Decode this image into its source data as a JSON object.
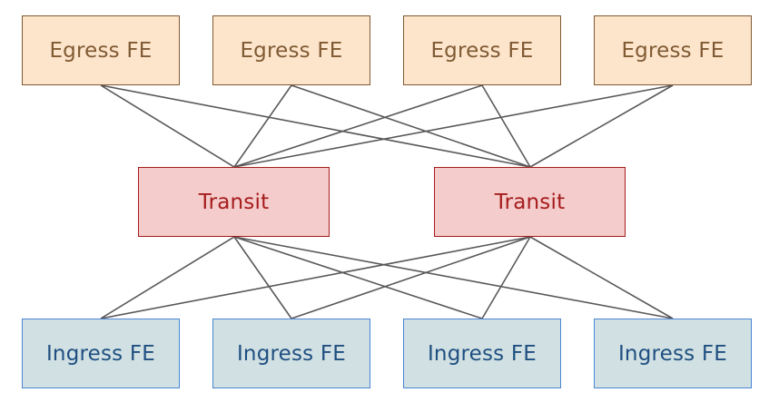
{
  "egress_nodes": [
    {
      "label": "Egress FE"
    },
    {
      "label": "Egress FE"
    },
    {
      "label": "Egress FE"
    },
    {
      "label": "Egress FE"
    }
  ],
  "transit_nodes": [
    {
      "label": "Transit"
    },
    {
      "label": "Transit"
    }
  ],
  "ingress_nodes": [
    {
      "label": "Ingress FE"
    },
    {
      "label": "Ingress FE"
    },
    {
      "label": "Ingress FE"
    },
    {
      "label": "Ingress FE"
    }
  ],
  "colors": {
    "egress_fill": "#fde5cc",
    "egress_text": "#7f5a33",
    "transit_fill": "#f4cccc",
    "transit_text": "#a61c1c",
    "ingress_fill": "#d0e0e3",
    "ingress_border": "#4a86d4",
    "ingress_text": "#1f4f80",
    "link": "#595959"
  },
  "connections": [
    {
      "from": "egress-0",
      "to": "transit-0"
    },
    {
      "from": "egress-0",
      "to": "transit-1"
    },
    {
      "from": "egress-1",
      "to": "transit-0"
    },
    {
      "from": "egress-1",
      "to": "transit-1"
    },
    {
      "from": "egress-2",
      "to": "transit-0"
    },
    {
      "from": "egress-2",
      "to": "transit-1"
    },
    {
      "from": "egress-3",
      "to": "transit-0"
    },
    {
      "from": "egress-3",
      "to": "transit-1"
    },
    {
      "from": "ingress-0",
      "to": "transit-0"
    },
    {
      "from": "ingress-0",
      "to": "transit-1"
    },
    {
      "from": "ingress-1",
      "to": "transit-0"
    },
    {
      "from": "ingress-1",
      "to": "transit-1"
    },
    {
      "from": "ingress-2",
      "to": "transit-0"
    },
    {
      "from": "ingress-2",
      "to": "transit-1"
    },
    {
      "from": "ingress-3",
      "to": "transit-0"
    },
    {
      "from": "ingress-3",
      "to": "transit-1"
    }
  ]
}
